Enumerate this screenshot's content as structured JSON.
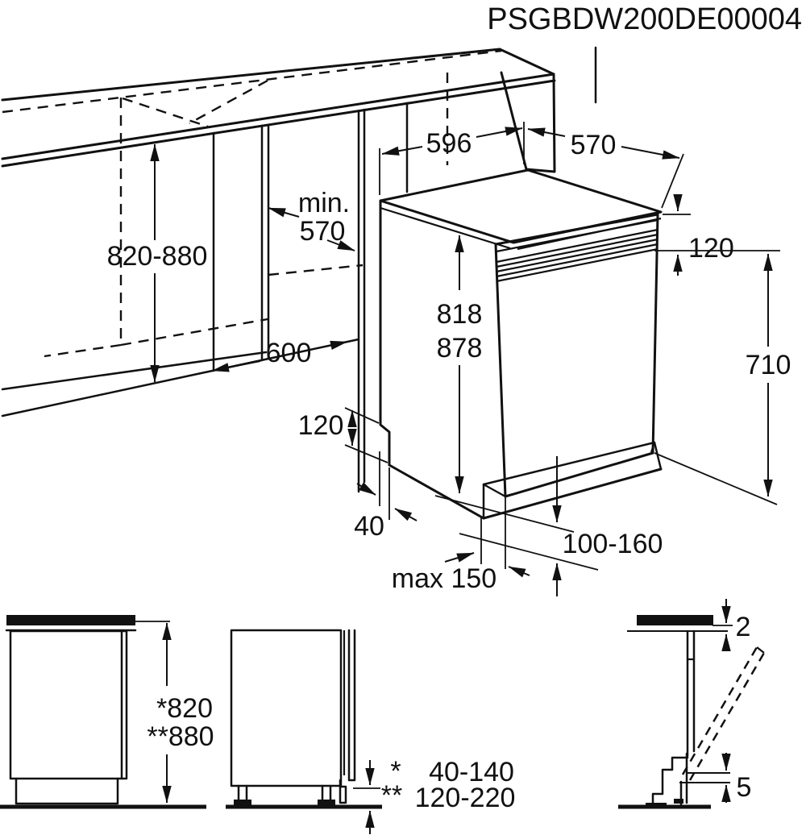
{
  "title": "PSGBDW200DE00004",
  "main_view": {
    "appliance_width": "596",
    "appliance_depth": "570",
    "niche_depth_prefix": "min.",
    "niche_depth": "570",
    "niche_height": "820-880",
    "niche_width": "600",
    "appliance_height_min": "818",
    "appliance_height_max": "878",
    "control_panel_height": "120",
    "door_height": "710",
    "plinth_recess_height": "120",
    "plinth_recess_depth": "40",
    "plinth_height_range": "100-160",
    "plinth_max": "max 150"
  },
  "front_view": {
    "height_with_worktop": "*820",
    "height_without_worktop": "**880"
  },
  "side_view": {
    "note1_marker": "*",
    "note1_range": "40-140",
    "note2_marker": "**",
    "note2_range": "120-220"
  },
  "detail_view": {
    "top_gap": "2",
    "bottom_gap": "5"
  }
}
